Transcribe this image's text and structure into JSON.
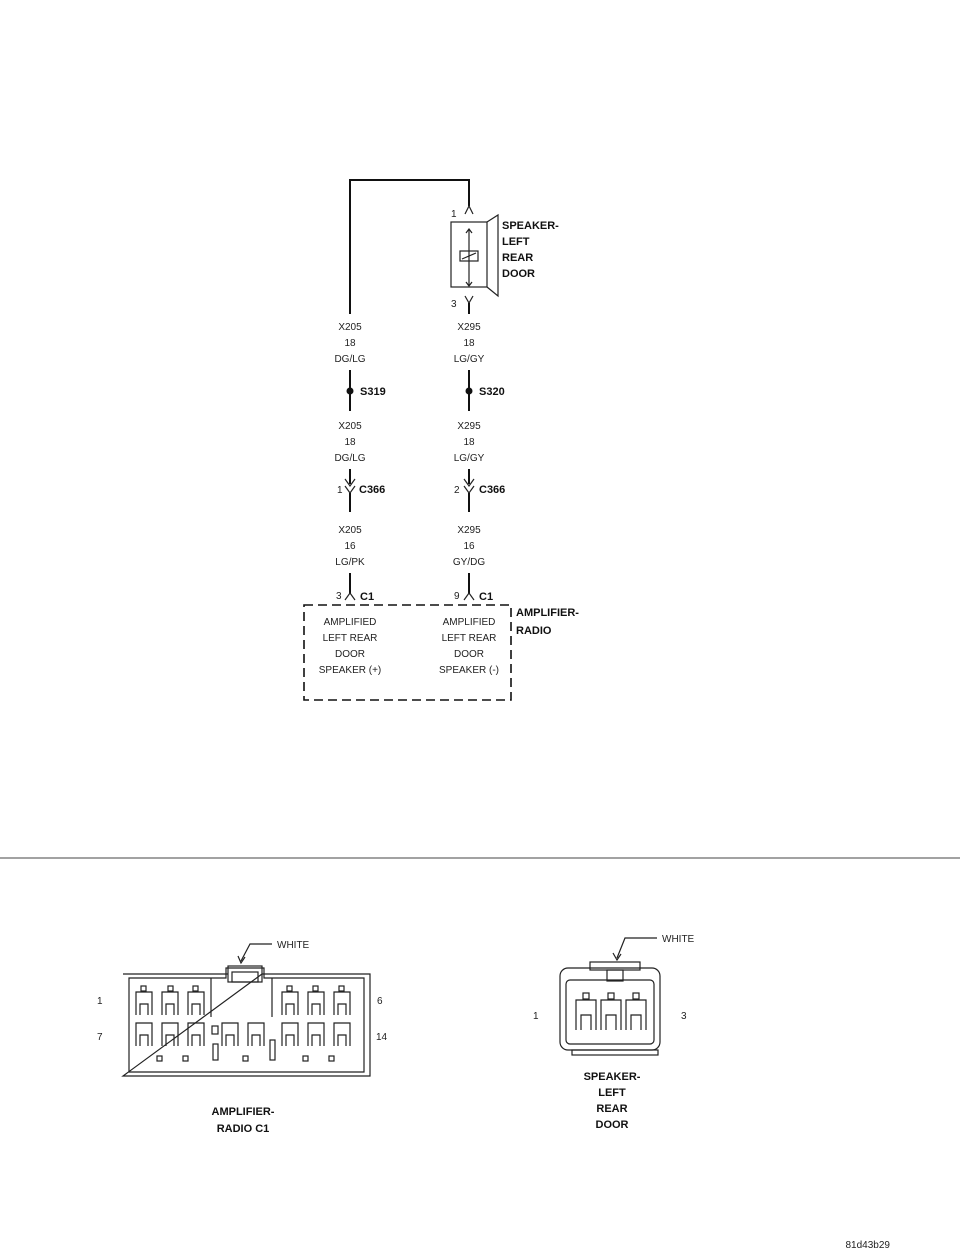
{
  "speaker": {
    "label": [
      "SPEAKER-",
      "LEFT",
      "REAR",
      "DOOR"
    ],
    "pin_top": "1",
    "pin_bottom": "3"
  },
  "left_circuit": {
    "seg1": [
      "X205",
      "18",
      "DG/LG"
    ],
    "splice": "S319",
    "seg2": [
      "X205",
      "18",
      "DG/LG"
    ],
    "connector_pin": "1",
    "connector": "C366",
    "seg3": [
      "X205",
      "16",
      "LG/PK"
    ],
    "radio_pin": "3",
    "radio_connector": "C1",
    "function": [
      "AMPLIFIED",
      "LEFT REAR",
      "DOOR",
      "SPEAKER (+)"
    ]
  },
  "right_circuit": {
    "seg1": [
      "X295",
      "18",
      "LG/GY"
    ],
    "splice": "S320",
    "seg2": [
      "X295",
      "18",
      "LG/GY"
    ],
    "connector_pin": "2",
    "connector": "C366",
    "seg3": [
      "X295",
      "16",
      "GY/DG"
    ],
    "radio_pin": "9",
    "radio_connector": "C1",
    "function": [
      "AMPLIFIED",
      "LEFT REAR",
      "DOOR",
      "SPEAKER (-)"
    ]
  },
  "radio": {
    "label": [
      "AMPLIFIER-",
      "RADIO"
    ]
  },
  "connector_c1": {
    "color_label": "WHITE",
    "pin_labels": {
      "top_left": "1",
      "top_right": "6",
      "bottom_left": "7",
      "bottom_right": "14"
    },
    "caption": [
      "AMPLIFIER-",
      "RADIO C1"
    ]
  },
  "connector_speaker": {
    "color_label": "WHITE",
    "pin_labels": {
      "left": "1",
      "right": "3"
    },
    "caption": [
      "SPEAKER-",
      "LEFT",
      "REAR",
      "DOOR"
    ]
  },
  "figure_id": "81d43b29"
}
